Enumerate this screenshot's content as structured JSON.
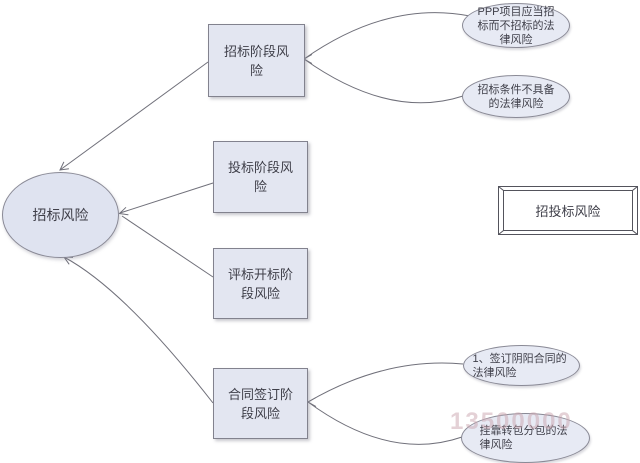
{
  "root": {
    "label": "招标风险"
  },
  "stages": [
    {
      "label": "招标阶段风险"
    },
    {
      "label": "投标阶段风险"
    },
    {
      "label": "评标开标阶段风险"
    },
    {
      "label": "合同签订阶段风险"
    }
  ],
  "branches_top": [
    {
      "label": "PPP项目应当招标而不招标的法律风险"
    },
    {
      "label": "招标条件不具备的法律风险"
    }
  ],
  "branches_bottom": [
    {
      "label": "1、签订阴阳合同的法律风险"
    },
    {
      "label": "挂靠转包分包的法律风险"
    }
  ],
  "legend": {
    "label": "招投标风险"
  },
  "watermark": {
    "text": "13500000"
  },
  "colors": {
    "rect_fill": "#e3e6f1",
    "root_fill": "#dfe3f0",
    "leaf_fill": "#e7eaf4",
    "border": "#82828e",
    "line": "#70707a",
    "frame": "#53535c",
    "text": "#3f3f49",
    "watermark": "#c9a3ad"
  }
}
